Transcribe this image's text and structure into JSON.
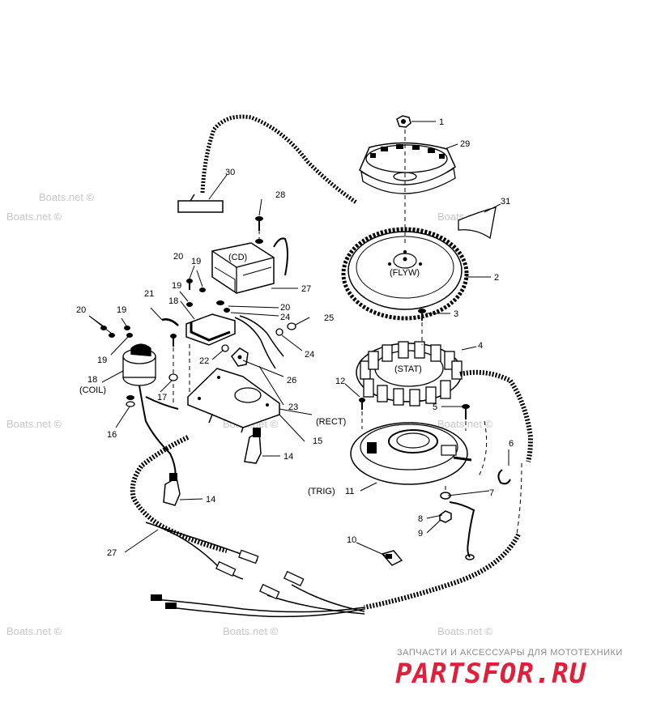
{
  "watermark": "Boats.net ©",
  "parts": {
    "p1": "1",
    "p2": "2",
    "p3": "3",
    "p4": "4",
    "p5": "5",
    "p6": "6",
    "p7": "7",
    "p8": "8",
    "p9": "9",
    "p10": "10",
    "p11": "11",
    "p12": "12",
    "p14a": "14",
    "p14b": "14",
    "p15": "15",
    "p16": "16",
    "p17": "17",
    "p18": "18",
    "p18b": "18",
    "p19a": "19",
    "p19b": "19",
    "p19c": "19",
    "p19d": "19",
    "p20a": "20",
    "p20b": "20",
    "p20c": "20",
    "p21": "21",
    "p22": "22",
    "p23": "23",
    "p24a": "24",
    "p24b": "24",
    "p25": "25",
    "p26": "26",
    "p27a": "27",
    "p27b": "27",
    "p28": "28",
    "p29": "29",
    "p30": "30",
    "p31": "31"
  },
  "component_labels": {
    "cd": "(CD)",
    "flyw": "(FLYW)",
    "stat": "(STAT)",
    "coil": "(COIL)",
    "rect": "(RECT)",
    "trig": "(TRIG)"
  },
  "brand": {
    "tagline": "ЗАПЧАСТИ И АКСЕССУАРЫ ДЛЯ МОТОТЕХНИКИ",
    "logo": "PARTSFOR.RU",
    "logo_color": "#e0203a"
  }
}
